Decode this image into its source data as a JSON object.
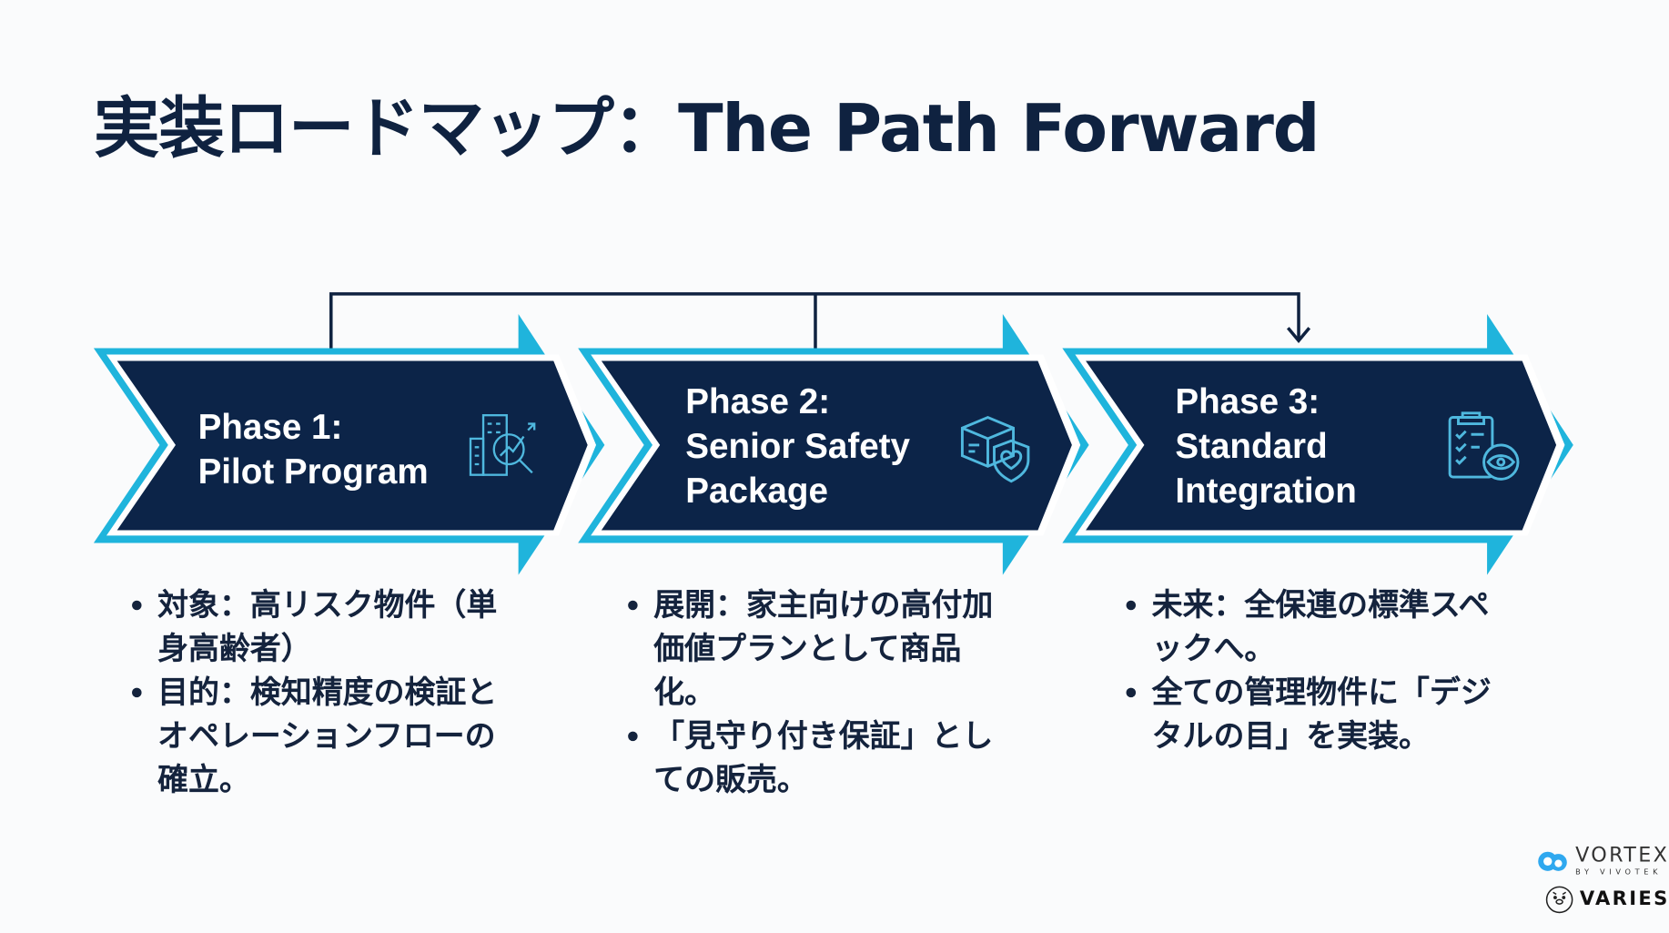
{
  "title": "実装ロードマップ：The Path Forward",
  "colors": {
    "navy": "#0c2448",
    "cyan": "#1fb4dc",
    "text": "#14233d"
  },
  "phases": [
    {
      "title": "Phase 1:\nPilot Program",
      "icon": "building-magnifier-chart-icon",
      "bullets": [
        "対象：高リスク物件（単身高齢者）",
        "目的：検知精度の検証とオペレーションフローの確立。"
      ]
    },
    {
      "title": "Phase 2:\nSenior Safety\nPackage",
      "icon": "box-shield-heart-icon",
      "bullets": [
        "展開：家主向けの高付加価値プランとして商品化。",
        "「見守り付き保証」としての販売。"
      ]
    },
    {
      "title": "Phase 3:\nStandard\nIntegration",
      "icon": "clipboard-checklist-eye-icon",
      "bullets": [
        "未来：全保連の標準スペックへ。",
        "全ての管理物件に「デジタルの目」を実装。"
      ]
    }
  ],
  "logos": {
    "vortex": "VORTEX",
    "vortex_sub": "BY VIVOTEK",
    "varies": "VARIES"
  }
}
